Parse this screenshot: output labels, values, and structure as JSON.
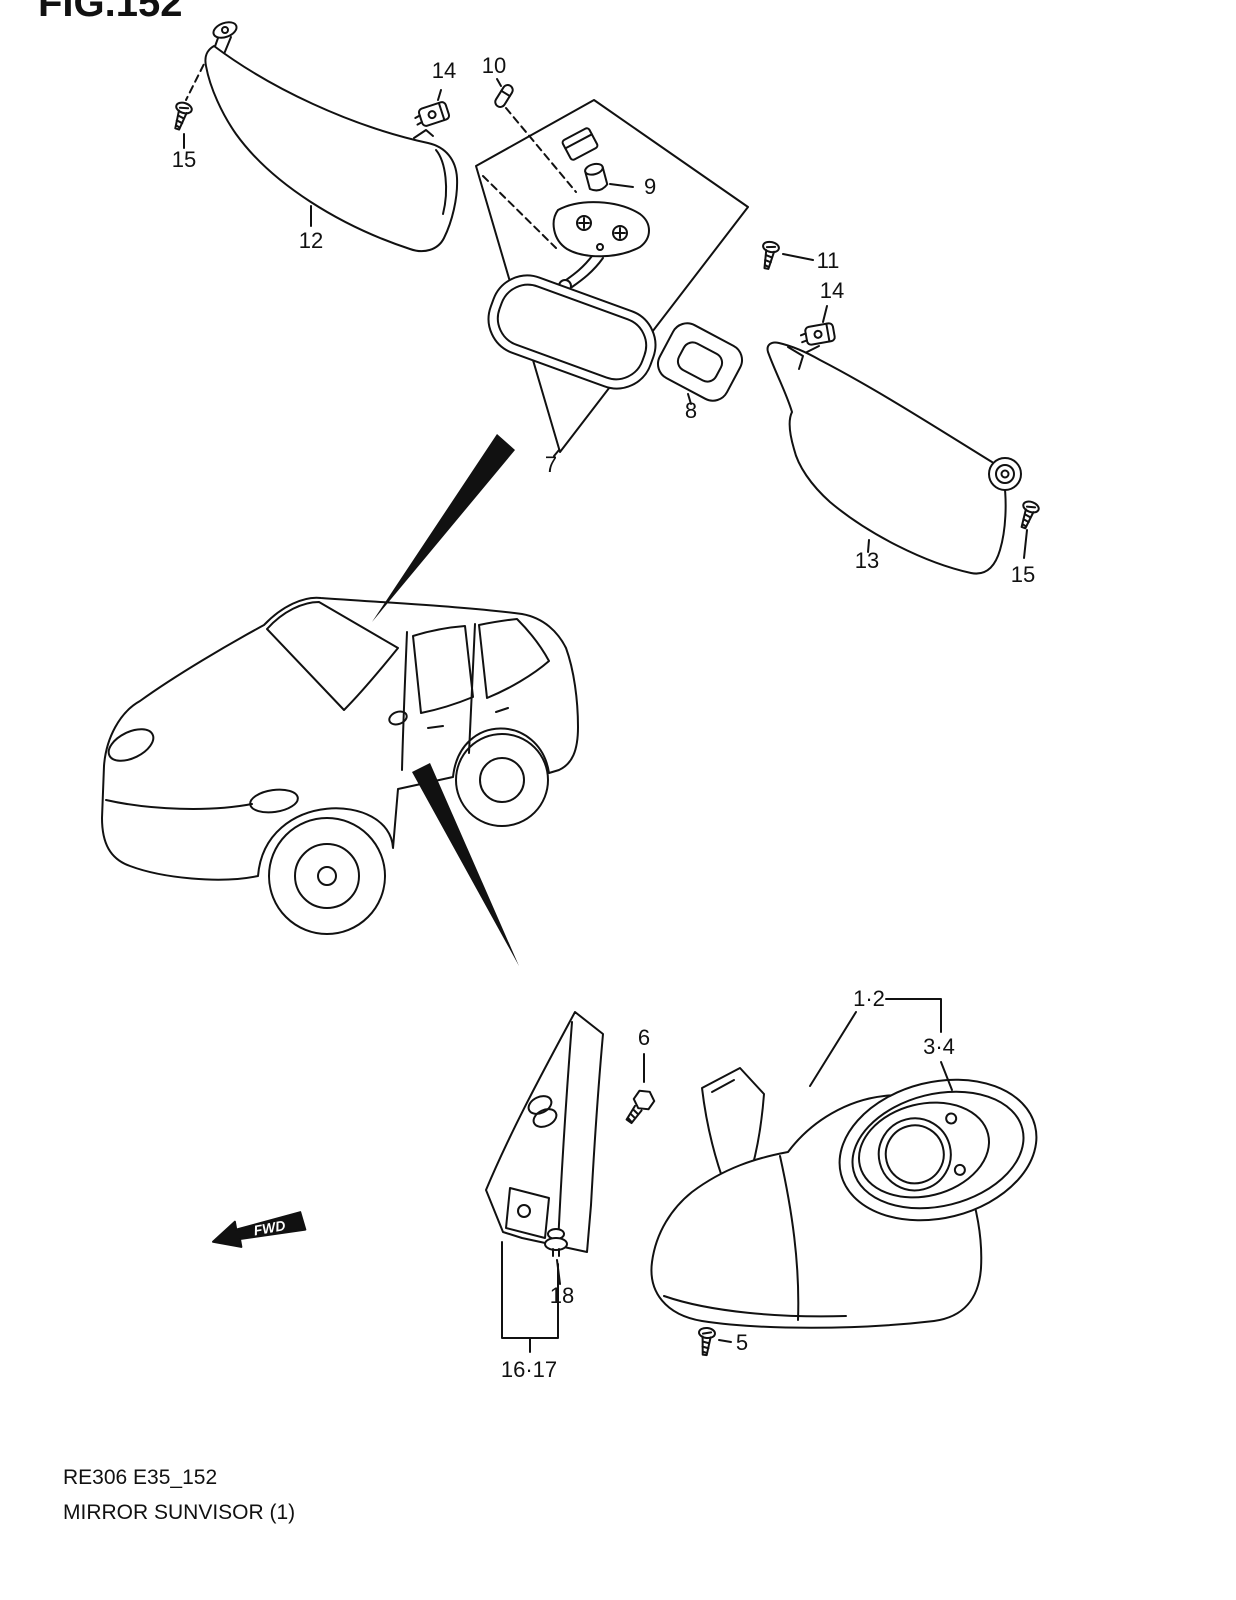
{
  "figure": {
    "title": "FIG.152",
    "footer_code": "RE306 E35_152",
    "footer_title": "MIRROR SUNVISOR (1)",
    "fwd_label": "FWD"
  },
  "colors": {
    "ink": "#111111",
    "paper": "#ffffff"
  },
  "callouts": {
    "visor_left_screw": "15",
    "visor_left_clip": "14",
    "visor_left": "12",
    "bulb": "10",
    "holder": "9",
    "mirror_assembly": "7",
    "mirror_cover": "8",
    "screw_center": "11",
    "visor_right_clip": "14",
    "visor_right": "13",
    "visor_right_screw": "15",
    "glass_pair": "1·2",
    "bezel_pair": "3·4",
    "bolt": "6",
    "screw_lower": "5",
    "clip_lower": "18",
    "corner_cover_pair": "16·17"
  }
}
